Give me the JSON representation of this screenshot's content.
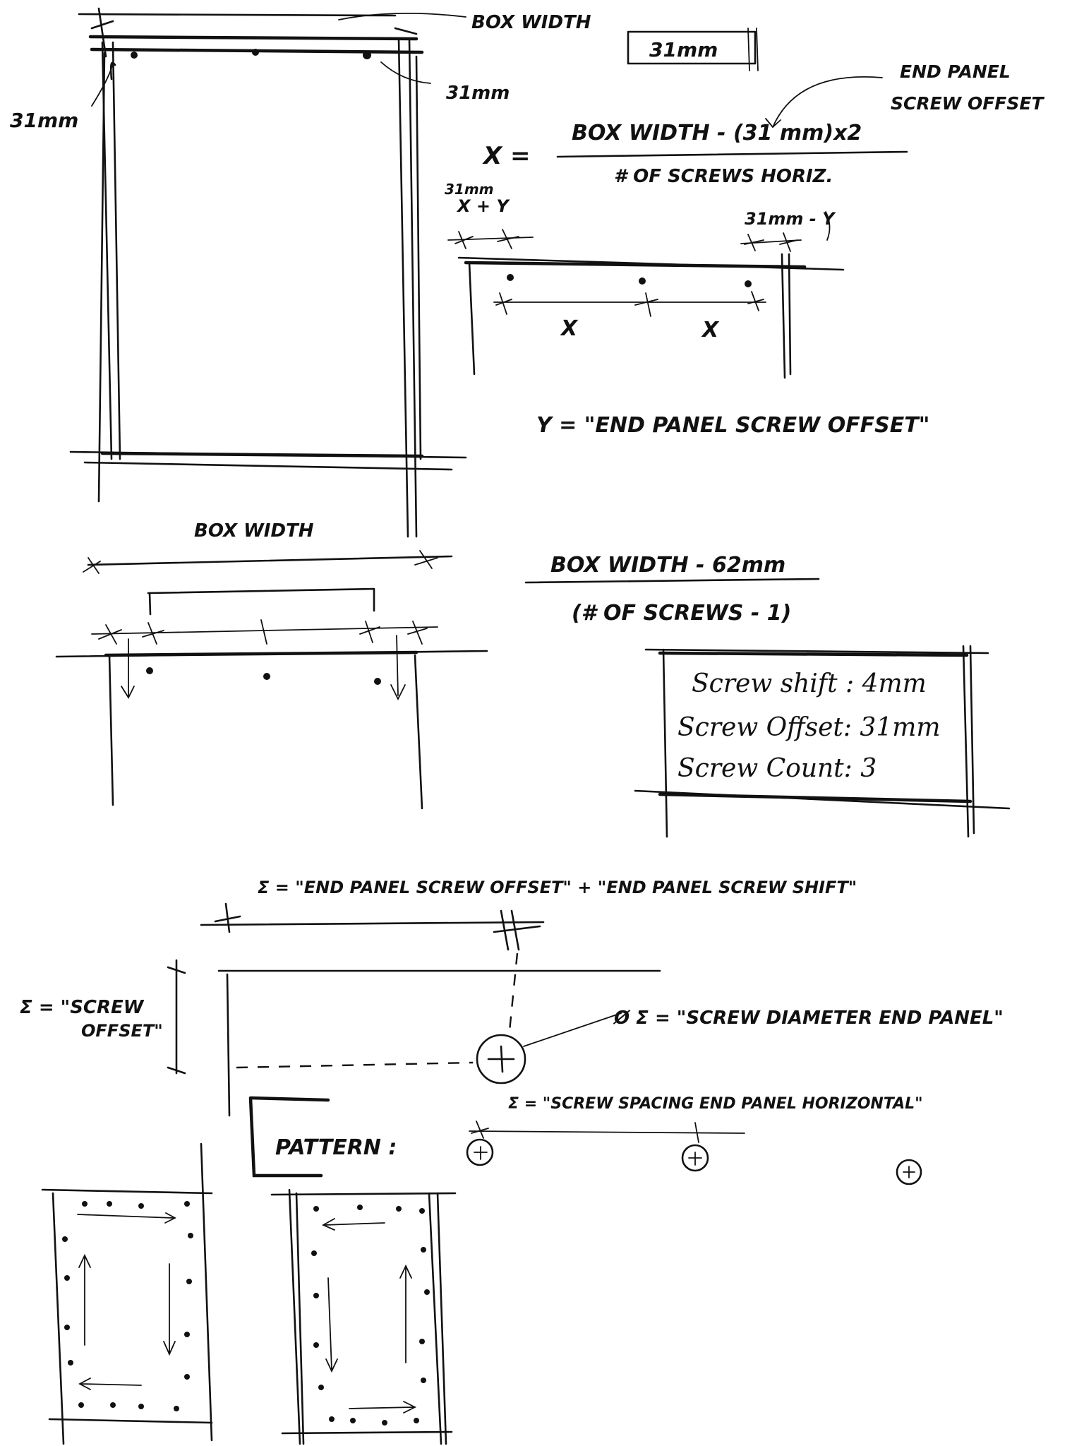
{
  "sketch": {
    "label_box_width_top": "BOX WIDTH",
    "label_31mm_boxed": "31mm",
    "label_31mm_left": "31mm",
    "label_31mm_right": "31mm",
    "label_end_panel_screw_offset_line1": "END PANEL",
    "label_end_panel_screw_offset_line2": "SCREW OFFSET",
    "formula_x_lhs": "X =",
    "formula_x_numerator": "BOX WIDTH - (31 mm)x2",
    "formula_x_denominator": "# OF SCREWS HORIZ.",
    "label_31mm_plus_y_line1": "31mm",
    "label_31mm_plus_y_line2": "X + Y",
    "label_31mm_minus_y": "31mm - Y",
    "label_x_left": "X",
    "label_x_right": "X",
    "formula_y": "Y = \"END PANEL SCREW OFFSET\"",
    "label_box_width_mid": "BOX WIDTH",
    "formula_spacing_numerator": "BOX WIDTH - 62mm",
    "formula_spacing_denominator": "(# OF SCREWS - 1)",
    "settings": {
      "shift": "Screw shift : 4mm",
      "offset": "Screw Offset: 31mm",
      "count": "Screw Count: 3"
    },
    "sigma_shift": "Σ = \"END PANEL SCREW OFFSET\" + \"END PANEL SCREW SHIFT\"",
    "sigma_offset_line1": "Σ = \"SCREW",
    "sigma_offset_line2": "OFFSET\"",
    "sigma_diameter": "Ø Σ = \"SCREW DIAMETER END PANEL\"",
    "sigma_spacing": "Σ = \"SCREW SPACING END PANEL HORIZONTAL\"",
    "pattern_label": "PATTERN :"
  }
}
